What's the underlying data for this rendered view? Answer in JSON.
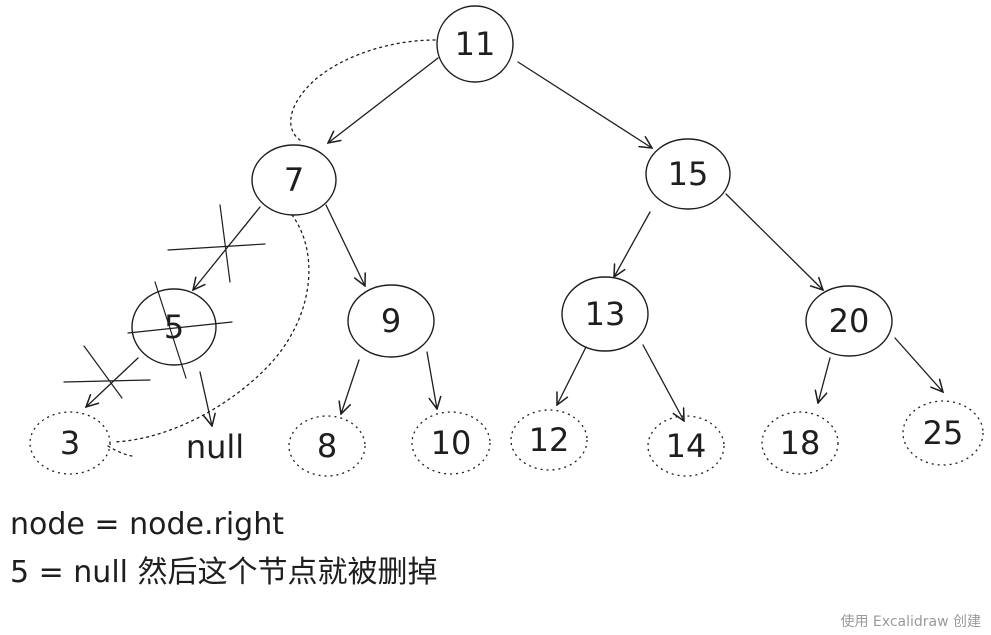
{
  "nodes": {
    "n11": "11",
    "n7": "7",
    "n15": "15",
    "n5": "5",
    "n9": "9",
    "n13": "13",
    "n20": "20",
    "n3": "3",
    "null_child": "null",
    "n8": "8",
    "n10": "10",
    "n12": "12",
    "n14": "14",
    "n18": "18",
    "n25": "25"
  },
  "caption": {
    "line1": "node = node.right",
    "line2": "5 = null 然后这个节点就被删掉"
  },
  "watermark": "使用 Excalidraw 创建",
  "colors": {
    "ink": "#1e1e1e",
    "watermark": "#9a9a9a"
  }
}
